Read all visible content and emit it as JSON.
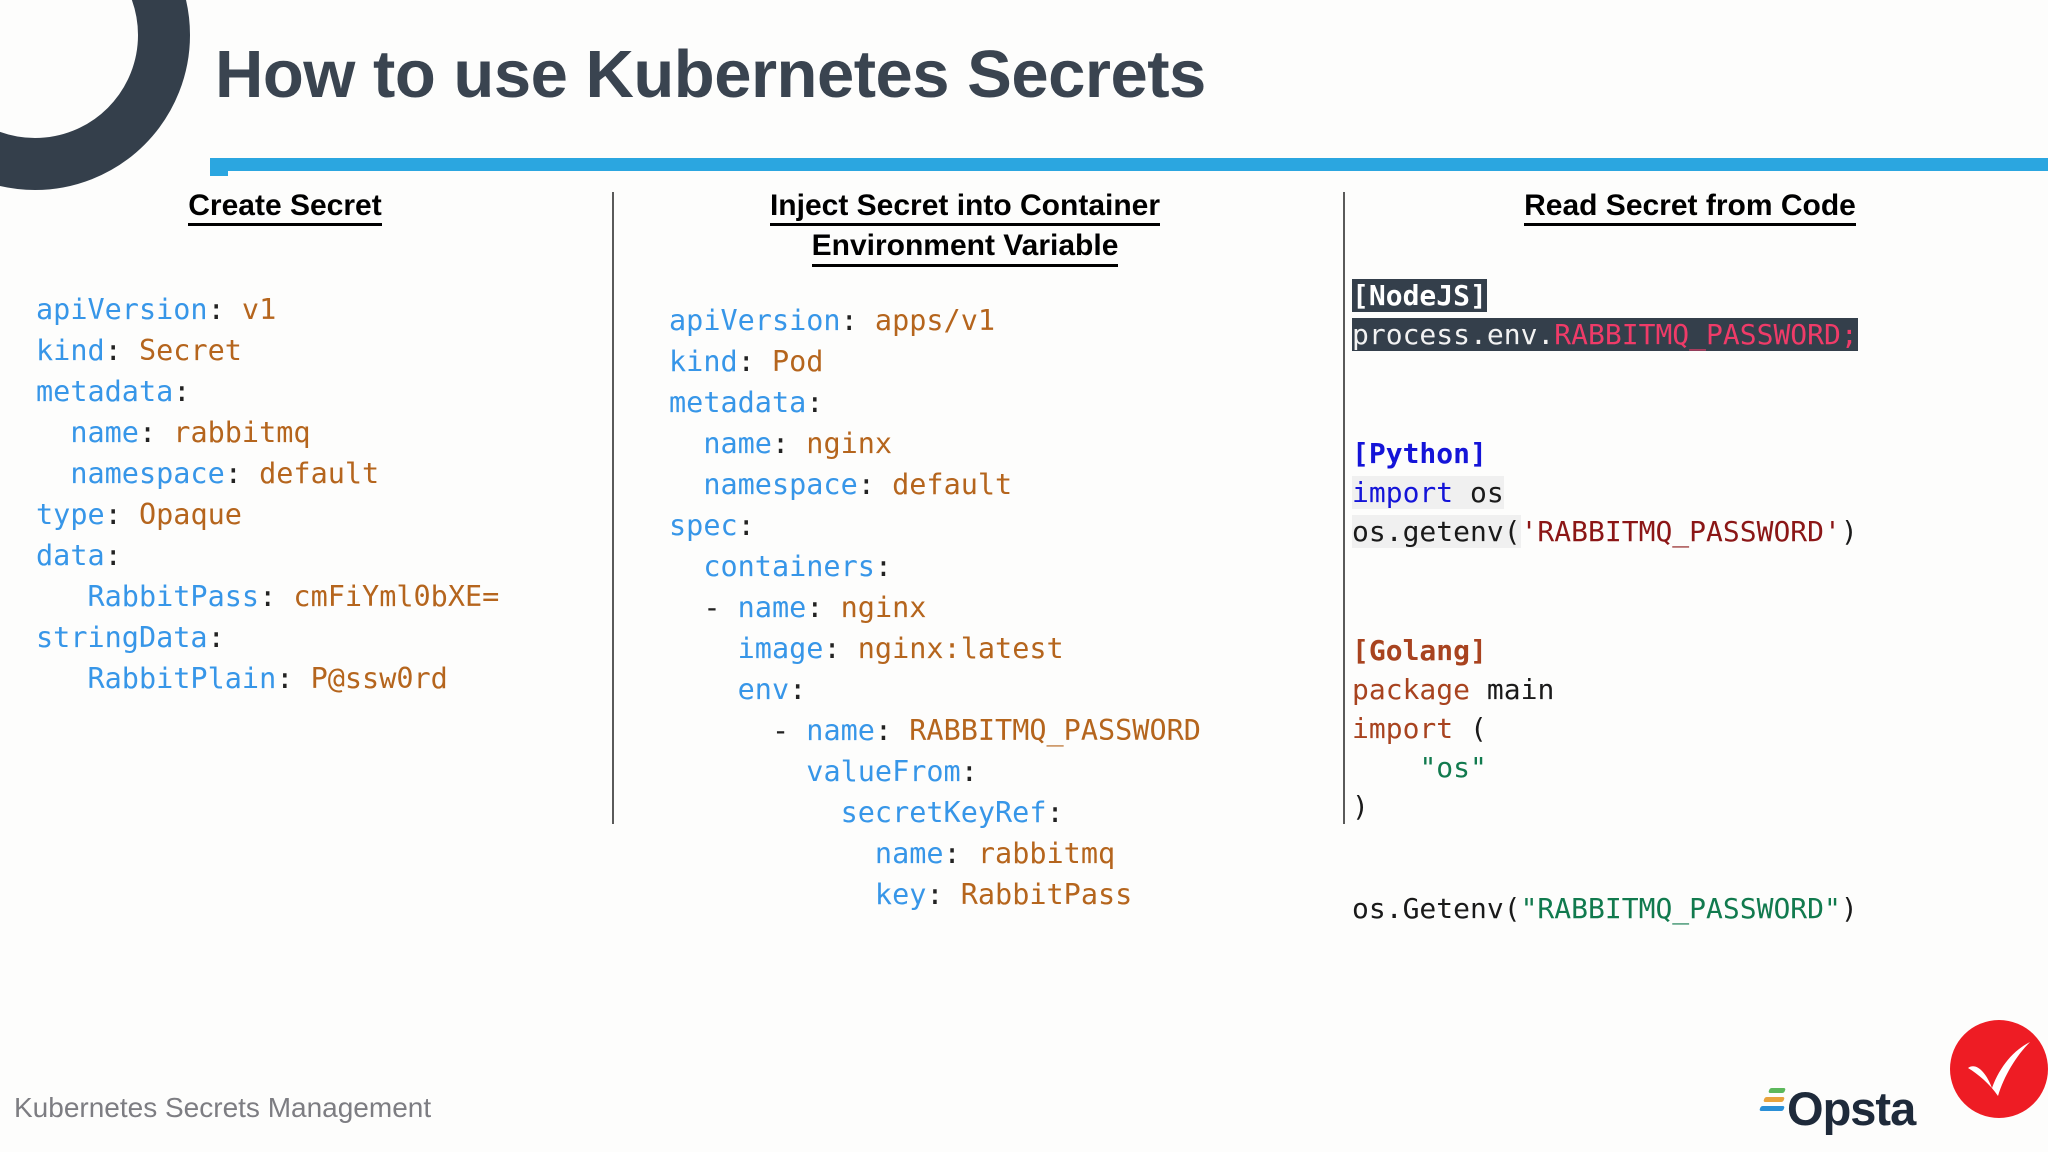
{
  "slide": {
    "title": "How to use Kubernetes Secrets",
    "footer_label": "Kubernetes Secrets Management",
    "accent_color": "#2ba6e0",
    "title_color": "#3a4450",
    "logo_text": "psta"
  },
  "columns": {
    "left": {
      "heading_line1": "Create Secret",
      "code_lines": [
        {
          "key": "apiVersion",
          "sep": ": ",
          "value": "v1",
          "indent": 0
        },
        {
          "key": "kind",
          "sep": ": ",
          "value": "Secret",
          "indent": 0
        },
        {
          "key": "metadata",
          "sep": ":",
          "value": "",
          "indent": 0
        },
        {
          "key": "name",
          "sep": ": ",
          "value": "rabbitmq",
          "indent": 1
        },
        {
          "key": "namespace",
          "sep": ": ",
          "value": "default",
          "indent": 1
        },
        {
          "key": "type",
          "sep": ": ",
          "value": "Opaque",
          "indent": 0
        },
        {
          "key": "data",
          "sep": ":",
          "value": "",
          "indent": 0
        },
        {
          "key": "RabbitPass",
          "sep": ": ",
          "value": "cmFiYml0bXE=",
          "indent": 1
        },
        {
          "key": "stringData",
          "sep": ":",
          "value": "",
          "indent": 0
        },
        {
          "key": "RabbitPlain",
          "sep": ": ",
          "value": "P@ssw0rd",
          "indent": 1
        }
      ]
    },
    "middle": {
      "heading_line1": "Inject Secret into Container",
      "heading_line2": "Environment Variable",
      "code_lines": [
        {
          "key": "apiVersion",
          "sep": ": ",
          "value": "apps/v1",
          "indent": 0,
          "dash": false
        },
        {
          "key": "kind",
          "sep": ": ",
          "value": "Pod",
          "indent": 0,
          "dash": false
        },
        {
          "key": "metadata",
          "sep": ":",
          "value": "",
          "indent": 0,
          "dash": false
        },
        {
          "key": "name",
          "sep": ": ",
          "value": "nginx",
          "indent": 1,
          "dash": false
        },
        {
          "key": "namespace",
          "sep": ": ",
          "value": "default",
          "indent": 1,
          "dash": false
        },
        {
          "key": "spec",
          "sep": ":",
          "value": "",
          "indent": 0,
          "dash": false
        },
        {
          "key": "containers",
          "sep": ":",
          "value": "",
          "indent": 1,
          "dash": false
        },
        {
          "key": "name",
          "sep": ": ",
          "value": "nginx",
          "indent": 1,
          "dash": true
        },
        {
          "key": "image",
          "sep": ": ",
          "value": "nginx:latest",
          "indent": 2,
          "dash": false
        },
        {
          "key": "env",
          "sep": ":",
          "value": "",
          "indent": 2,
          "dash": false
        },
        {
          "key": "name",
          "sep": ": ",
          "value": "RABBITMQ_PASSWORD",
          "indent": 2,
          "dash": true
        },
        {
          "key": "valueFrom",
          "sep": ":",
          "value": "",
          "indent": 3,
          "dash": false
        },
        {
          "key": "secretKeyRef",
          "sep": ":",
          "value": "",
          "indent": 4,
          "dash": false
        },
        {
          "key": "name",
          "sep": ": ",
          "value": "rabbitmq",
          "indent": 5,
          "dash": false
        },
        {
          "key": "key",
          "sep": ": ",
          "value": "RabbitPass",
          "indent": 5,
          "dash": false
        }
      ]
    },
    "right": {
      "heading_line1": "Read Secret from Code",
      "nodejs": {
        "label": "[NodeJS]",
        "code_prefix": "process.env.",
        "code_var": "RABBITMQ_PASSWORD",
        "code_suffix": ";"
      },
      "python": {
        "label": "[Python]",
        "import_kw": "import",
        "import_mod": " os",
        "call_prefix": "os.getenv(",
        "call_str": "'RABBITMQ_PASSWORD'",
        "call_suffix": ")"
      },
      "golang": {
        "label": "[Golang]",
        "line_package_kw": "package",
        "line_package_name": " main",
        "line_import_kw": "import",
        "line_import_paren": " (",
        "line_os_str": "\"os\"",
        "line_close_paren": ")",
        "call_prefix": "os.Getenv(",
        "call_str": "\"RABBITMQ_PASSWORD\"",
        "call_suffix": ")"
      }
    }
  }
}
